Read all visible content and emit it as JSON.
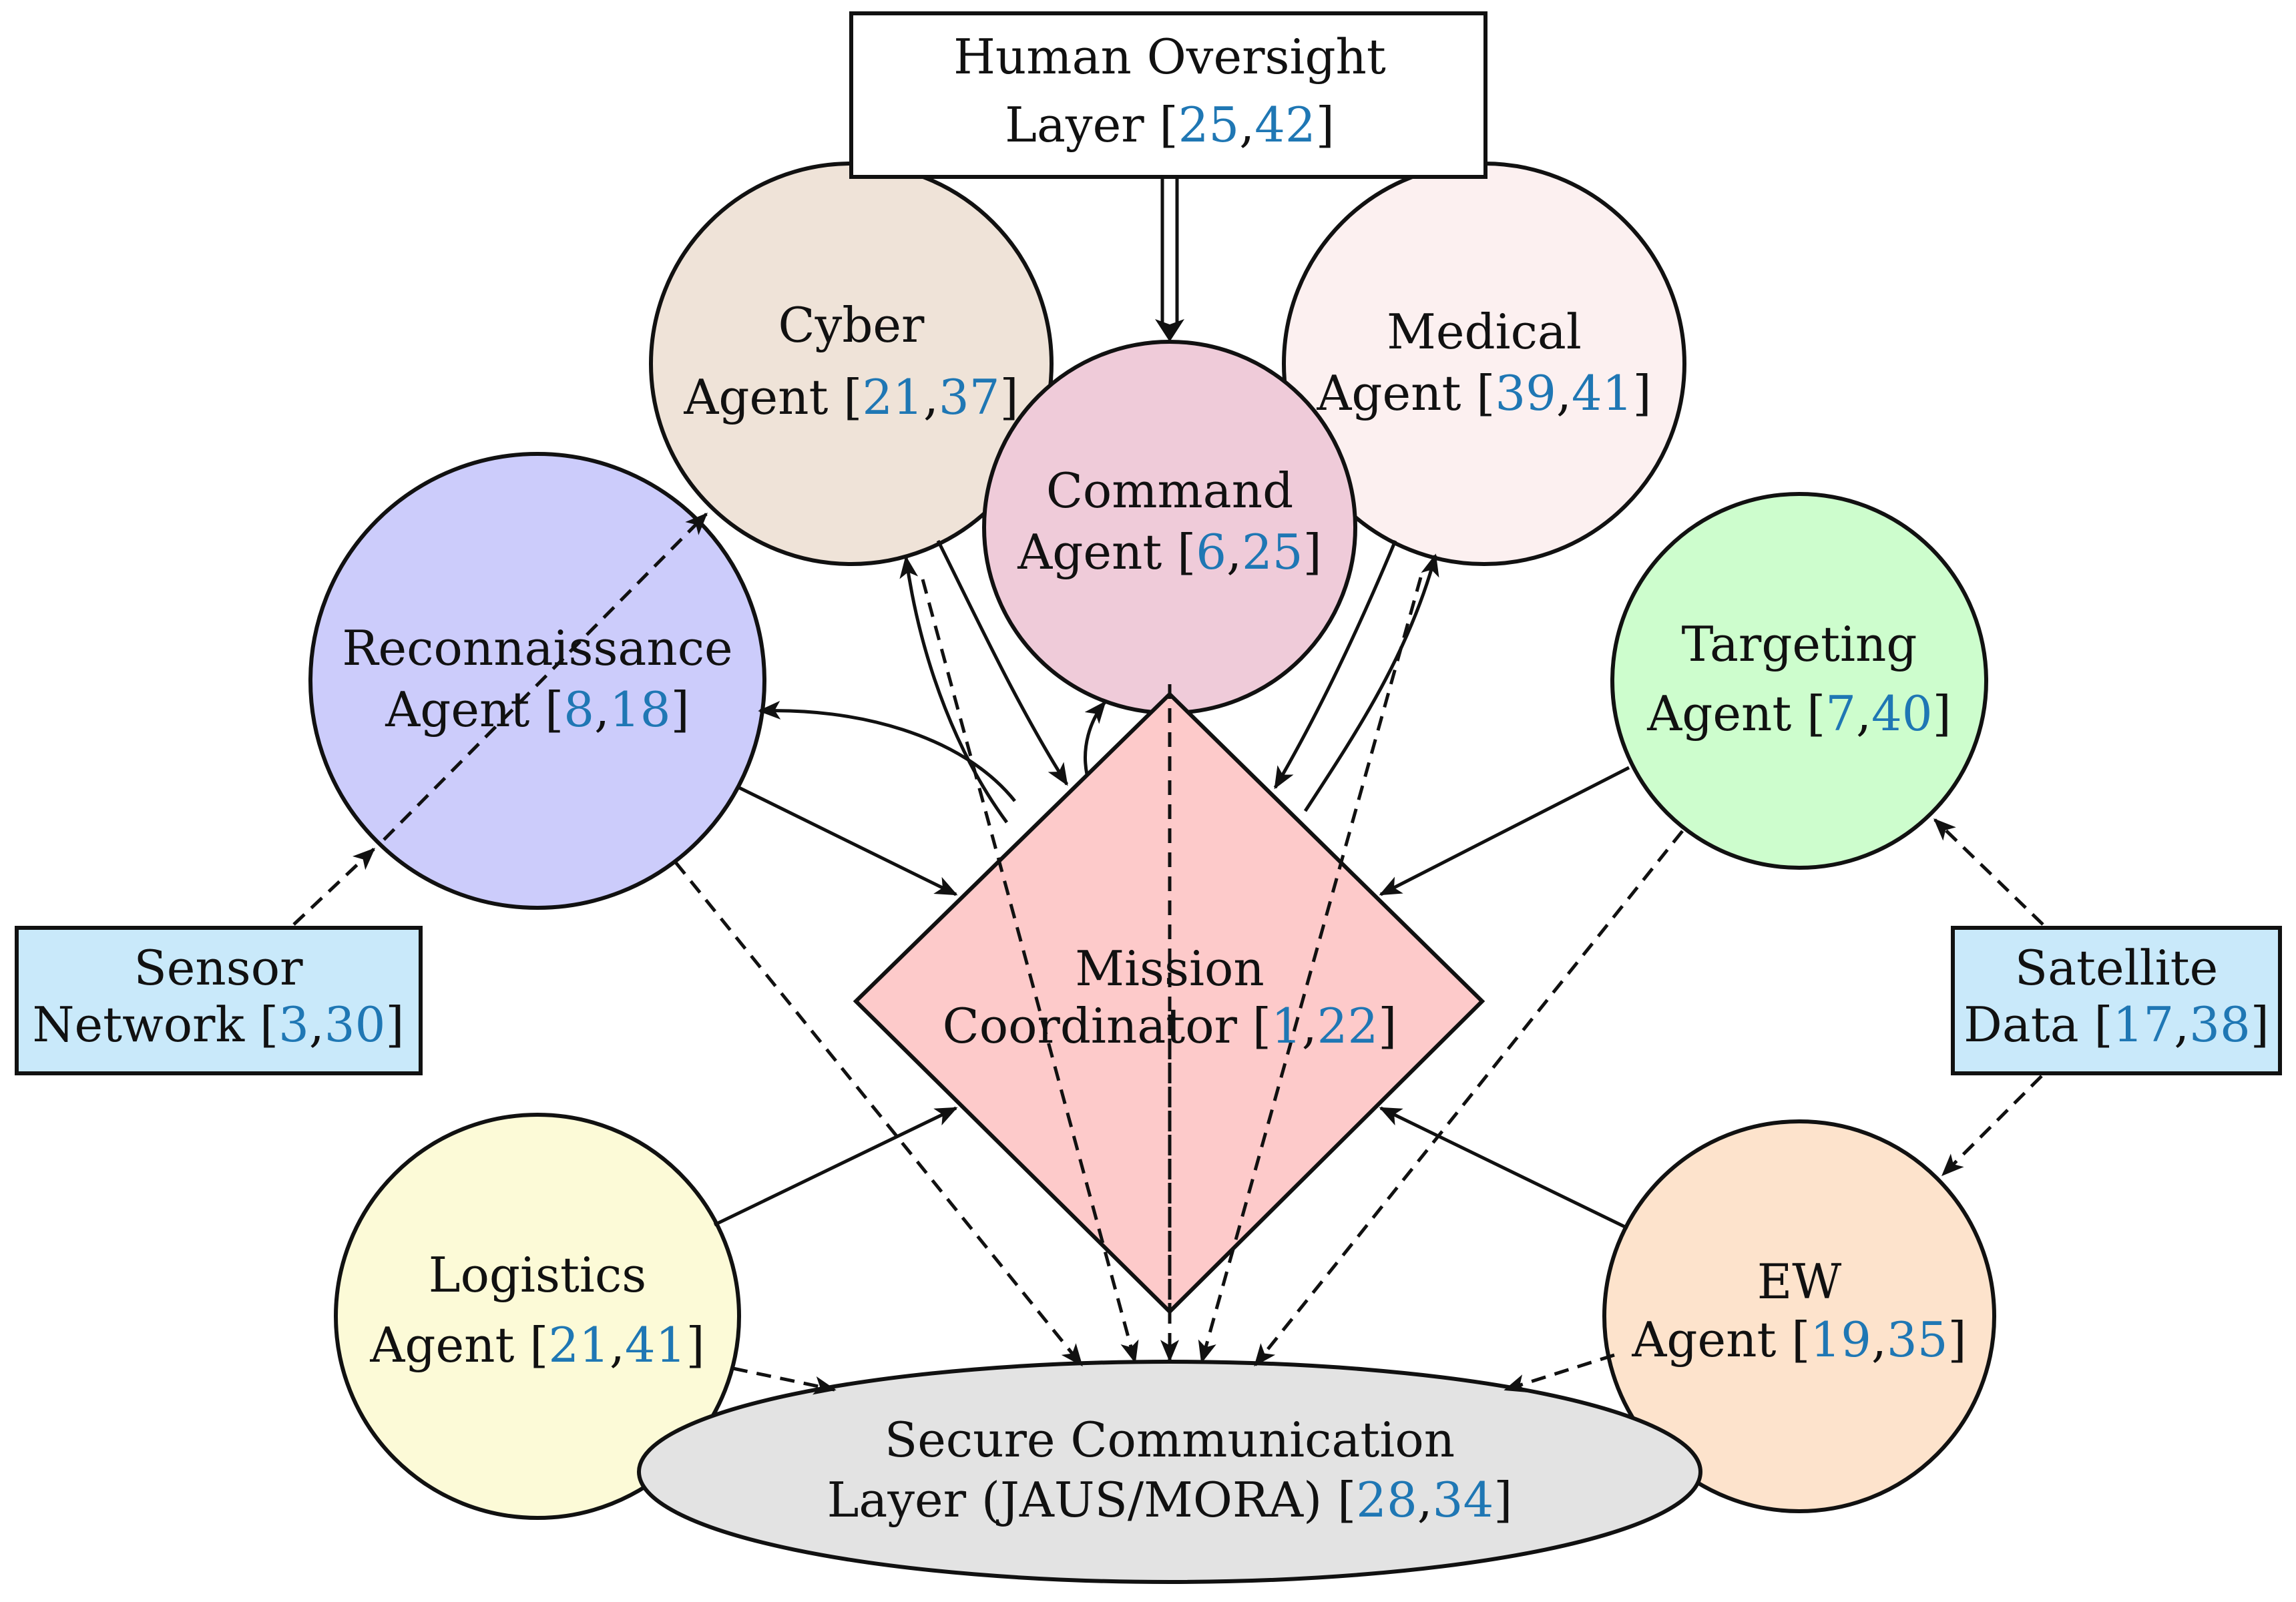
{
  "colors": {
    "cyber": "#efe3d8",
    "medical": "#fcf0f0",
    "command": "#efcbd9",
    "recon": "#ccccfb",
    "targeting": "#cdfdcd",
    "mission": "#fdcaca",
    "logistics": "#fcfad7",
    "ew": "#fde3cc",
    "comm": "#e3e3e3",
    "sensor": "#c9e9fa",
    "satellite": "#c9e9fa",
    "human": "#ffffff",
    "citation": "#1f77b4"
  },
  "nodes": {
    "human": {
      "line1": "Human Oversight",
      "line2": "Layer [",
      "c1": "25",
      "sep": ",",
      "c2": "42",
      "end": "]"
    },
    "cyber": {
      "line1": "Cyber",
      "line2": "Agent [",
      "c1": "21",
      "sep": ",",
      "c2": "37",
      "end": "]"
    },
    "medical": {
      "line1": "Medical",
      "line2": "Agent [",
      "c1": "39",
      "sep": ",",
      "c2": "41",
      "end": "]"
    },
    "command": {
      "line1": "Command",
      "line2": "Agent [",
      "c1": "6",
      "sep": ",",
      "c2": "25",
      "end": "]"
    },
    "recon": {
      "line1": "Reconnaissance",
      "line2": "Agent [",
      "c1": "8",
      "sep": ",",
      "c2": "18",
      "end": "]"
    },
    "targeting": {
      "line1": "Targeting",
      "line2": "Agent [",
      "c1": "7",
      "sep": ",",
      "c2": "40",
      "end": "]"
    },
    "mission": {
      "line1": "Mission",
      "line2": "Coordinator [",
      "c1": "1",
      "sep": ",",
      "c2": "22",
      "end": "]"
    },
    "sensor": {
      "line1": "Sensor",
      "line2": "Network [",
      "c1": "3",
      "sep": ",",
      "c2": "30",
      "end": "]"
    },
    "satellite": {
      "line1": "Satellite",
      "line2": "Data [",
      "c1": "17",
      "sep": ",",
      "c2": "38",
      "end": "]"
    },
    "logistics": {
      "line1": "Logistics",
      "line2": "Agent [",
      "c1": "21",
      "sep": ",",
      "c2": "41",
      "end": "]"
    },
    "ew": {
      "line1": "EW",
      "line2": "Agent [",
      "c1": "19",
      "sep": ",",
      "c2": "35",
      "end": "]"
    },
    "comm": {
      "line1": "Secure Communication",
      "line2": "Layer (JAUS/MORA) [",
      "c1": "28",
      "sep": ",",
      "c2": "34",
      "end": "]"
    }
  }
}
